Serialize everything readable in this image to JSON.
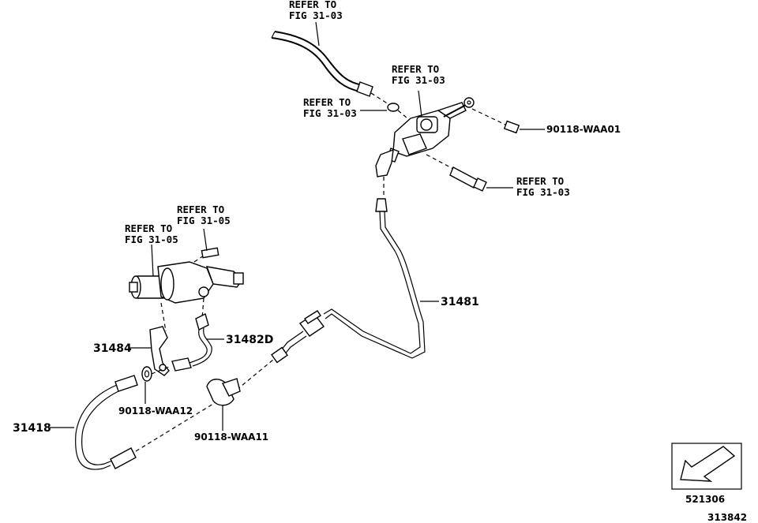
{
  "labels": {
    "refer_top": [
      "REFER TO",
      "FIG 31-03"
    ],
    "refer_mc_upper": [
      "REFER TO",
      "FIG 31-03"
    ],
    "refer_mc_left": [
      "REFER TO",
      "FIG 31-03"
    ],
    "refer_mc_right": [
      "REFER TO",
      "FIG 31-03"
    ],
    "refer_cyl_left": [
      "REFER TO",
      "FIG 31-05"
    ],
    "refer_cyl_right": [
      "REFER TO",
      "FIG 31-05"
    ]
  },
  "parts": {
    "p_90118_waa01": "90118-WAA01",
    "p_31481": "31481",
    "p_31484": "31484",
    "p_31482d": "31482D",
    "p_31418": "31418",
    "p_90118_waa12": "90118-WAA12",
    "p_90118_waa11": "90118-WAA11"
  },
  "footer": {
    "code": "521306",
    "ref": "313842"
  }
}
